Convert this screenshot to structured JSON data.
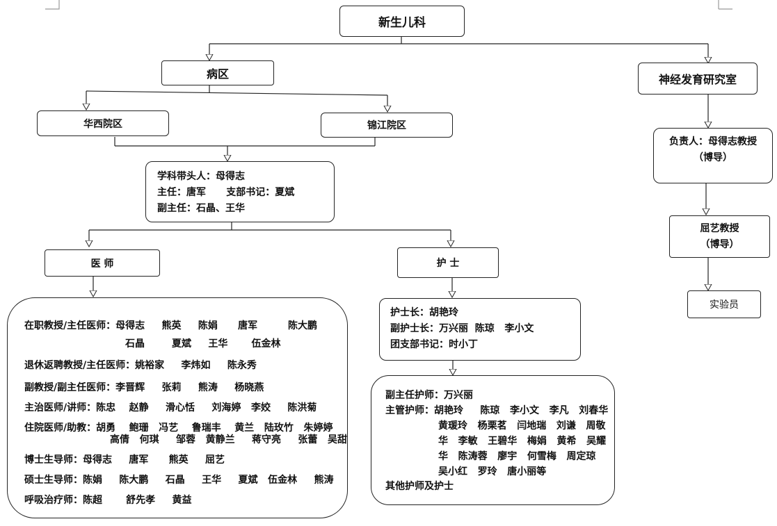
{
  "root": "新生儿科",
  "ward": "病区",
  "huaxi": "华西院区",
  "jinjiang": "锦江院区",
  "leaders": [
    "学科带头人：母得志",
    "主任：唐军      支部书记：夏斌",
    "副主任：石晶、王华"
  ],
  "doctor_title": "医  师",
  "nurse_title": "护  士",
  "doctors": {
    "l1": "在职教授/主任医师：母得志     熊英     陈娟      唐军         陈大鹏",
    "l2": "石晶        夏斌     王华       伍金林",
    "l3": "退休返聘教授/主任医师：姚裕家     李炜如     陈永秀",
    "l4": "副教授/副主任医师：李晋辉     张莉     熊涛     杨晓燕",
    "l5": "主治医师/讲师：陈忠    赵静     滑心恬     刘海婷   李姣     陈洪菊",
    "l6": "住院医师/助教：胡勇    鲍珊   冯艺    鲁瑞丰    黄兰   陆玫竹   朱婷婷",
    "l7": "高倩   何琪     邹蓉   黄静兰     蒋守亮     张蕾   吴甜",
    "l8": "博士生导师：母得志     唐军      熊英     屈艺",
    "l9": "硕士生导师：陈娟     陈大鹏     石晶     王华     夏斌   伍金林     熊涛",
    "l10": "呼吸治疗师：陈超       舒先孝     黄益"
  },
  "nurse_leads": [
    "护士长：胡艳玲",
    "副护士长：万兴丽  陈琼   李小文",
    "团支部书记：时小丁"
  ],
  "nurses": {
    "l1": "副主任护师：万兴丽",
    "l2": "主管护师：胡艳玲     陈琼   李小文   李凡   刘春华",
    "l3": "黄瑗玲   杨栗茗   闫地瑞   刘谦   周敬",
    "l4": "华   李敏   王碧华   梅娟   黄希   吴耀",
    "l5": "华   陈涛蓉   廖宇   何雪梅   周定琼",
    "l6": "吴小红   罗玲   唐小丽等",
    "l7": "其他护师及护士"
  },
  "neuro": "神经发育研究室",
  "neuro_lead": [
    "负责人：母得志教授",
    "（博导）"
  ],
  "quyi": [
    "屈艺教授",
    "（博导）"
  ],
  "lab": "实验员"
}
